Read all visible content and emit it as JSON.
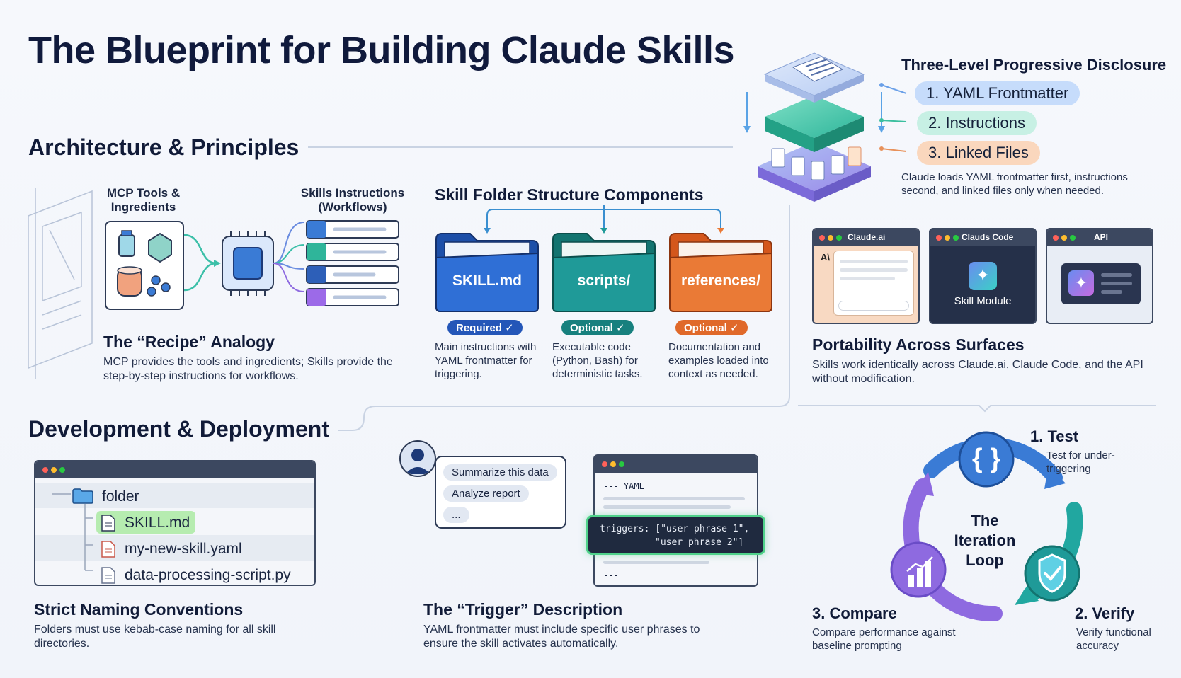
{
  "title": "The Blueprint for Building Claude Skills",
  "sections": {
    "architecture": "Architecture & Principles",
    "development": "Development & Deployment"
  },
  "disclosure": {
    "title": "Three-Level Progressive Disclosure",
    "levels": [
      "1. YAML Frontmatter",
      "2. Instructions",
      "3. Linked Files"
    ],
    "description": "Claude loads YAML frontmatter first, instructions second, and linked files only when needed.",
    "level_colors": [
      "#c6dcfb",
      "#c7f0e4",
      "#fad7bd"
    ]
  },
  "recipe": {
    "left_label": "MCP Tools & Ingredients",
    "right_label": "Skills Instructions (Workflows)",
    "title": "The “Recipe” Analogy",
    "description": "MCP provides the tools and ingredients; Skills provide the step-by-step instructions for workflows."
  },
  "folder_structure": {
    "title": "Skill Folder Structure Components",
    "folders": [
      {
        "name": "SKILL.md",
        "badge": "Required ✓",
        "description": "Main instructions with YAML frontmatter for triggering.",
        "color": "#2f6fd6",
        "badge_color": "#2456b8"
      },
      {
        "name": "scripts/",
        "badge": "Optional ✓",
        "description": "Executable code (Python, Bash) for deterministic tasks.",
        "color": "#1f9a98",
        "badge_color": "#17807e"
      },
      {
        "name": "references/",
        "badge": "Optional ✓",
        "description": "Documentation and examples loaded into context as needed.",
        "color": "#ea7a36",
        "badge_color": "#e0692a"
      }
    ]
  },
  "portability": {
    "windows": [
      {
        "title": "Claude.ai",
        "icon_text": "A\\"
      },
      {
        "title": "Clauds Code",
        "module_label": "Skill Module"
      },
      {
        "title": "API"
      }
    ],
    "title": "Portability Across Surfaces",
    "description": "Skills work identically across Claude.ai, Claude Code, and the API without modification."
  },
  "naming": {
    "tree": {
      "folder": "folder",
      "files": [
        "SKILL.md",
        "my-new-skill.yaml",
        "data-processing-script.py"
      ]
    },
    "title": "Strict Naming Conventions",
    "description": "Folders must use kebab-case naming for all skill directories."
  },
  "trigger": {
    "chips": [
      "Summarize this data",
      "Analyze report",
      "..."
    ],
    "yaml_header": "--- YAML",
    "yaml_footer": "---",
    "code_line1": "triggers: [\"user phrase 1\",",
    "code_line2": "\"user phrase 2\"]",
    "title": "The “Trigger” Description",
    "description": "YAML frontmatter must include specific user phrases to ensure the skill activates automatically."
  },
  "loop": {
    "center": [
      "The",
      "Iteration",
      "Loop"
    ],
    "steps": [
      {
        "title": "1. Test",
        "description": "Test for under-triggering"
      },
      {
        "title": "2. Verify",
        "description": "Verify functional accuracy"
      },
      {
        "title": "3. Compare",
        "description": "Compare performance against baseline prompting"
      }
    ],
    "icons": [
      "braces-icon",
      "shield-check-icon",
      "bar-chart-icon"
    ]
  }
}
